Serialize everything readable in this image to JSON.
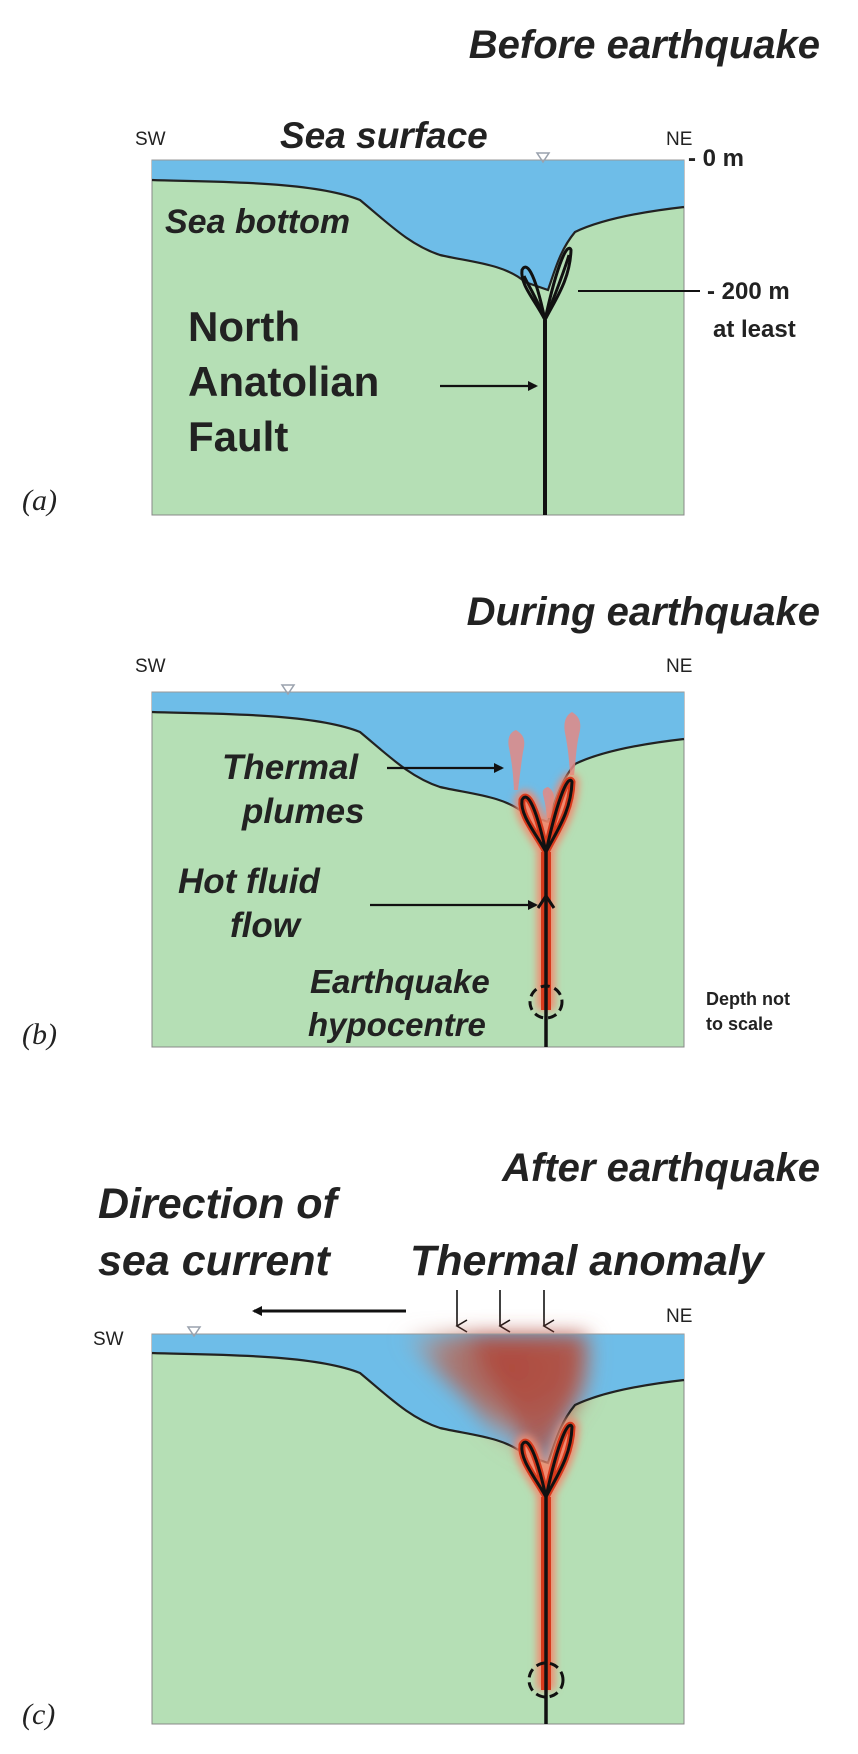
{
  "colors": {
    "ground": "#b5dfb5",
    "sea": "#6ebde8",
    "fault_line": "#111111",
    "hot": "#d73a1c",
    "hot_glow": "#f08a70",
    "plume": "#e79890",
    "anomaly": "#b74b3b",
    "sea_marker": "#9aa2ad"
  },
  "panel_a": {
    "title": "Before earthquake",
    "label": "(a)",
    "compass_left": "SW",
    "compass_right": "NE",
    "sea_surface": "Sea surface",
    "sea_bottom": "Sea bottom",
    "depth_zero": "- 0 m",
    "depth_200_line1": "- 200 m",
    "depth_200_line2": "at least",
    "fault_line1": "North",
    "fault_line2": "Anatolian",
    "fault_line3": "Fault"
  },
  "panel_b": {
    "title": "During earthquake",
    "label": "(b)",
    "compass_left": "SW",
    "compass_right": "NE",
    "plumes_line1": "Thermal",
    "plumes_line2": "plumes",
    "flow_line1": "Hot fluid",
    "flow_line2": "flow",
    "hypocentre_line1": "Earthquake",
    "hypocentre_line2": "hypocentre",
    "depth_note_line1": "Depth not",
    "depth_note_line2": "to scale"
  },
  "panel_c": {
    "title": "After earthquake",
    "label": "(c)",
    "compass_left": "SW",
    "compass_right": "NE",
    "current_line1": "Direction of",
    "current_line2": "sea current",
    "anomaly": "Thermal anomaly"
  }
}
